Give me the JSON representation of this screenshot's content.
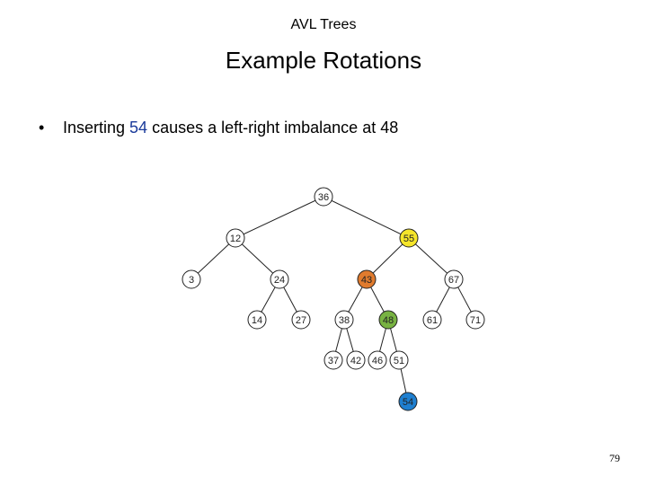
{
  "header": {
    "title": "AVL Trees"
  },
  "slide": {
    "title": "Example Rotations",
    "bullet": {
      "marker": "•",
      "text_before": "Inserting ",
      "highlight": "54",
      "text_after": " causes a left-right imbalance at 48"
    },
    "page_number": "79"
  },
  "colors": {
    "highlight_text": "#1a3a9a",
    "node_default": "#ffffff",
    "node_55": "#f5e52a",
    "node_43": "#e07b2e",
    "node_48": "#78b342",
    "node_54": "#1e7fd0"
  },
  "tree": {
    "nodes": [
      {
        "id": "n36",
        "label": "36",
        "color": "#ffffff"
      },
      {
        "id": "n12",
        "label": "12",
        "color": "#ffffff"
      },
      {
        "id": "n55",
        "label": "55",
        "color": "#f5e52a"
      },
      {
        "id": "n3",
        "label": "3",
        "color": "#ffffff"
      },
      {
        "id": "n24",
        "label": "24",
        "color": "#ffffff"
      },
      {
        "id": "n43",
        "label": "43",
        "color": "#e07b2e"
      },
      {
        "id": "n67",
        "label": "67",
        "color": "#ffffff"
      },
      {
        "id": "n14",
        "label": "14",
        "color": "#ffffff"
      },
      {
        "id": "n27",
        "label": "27",
        "color": "#ffffff"
      },
      {
        "id": "n38",
        "label": "38",
        "color": "#ffffff"
      },
      {
        "id": "n48",
        "label": "48",
        "color": "#78b342"
      },
      {
        "id": "n61",
        "label": "61",
        "color": "#ffffff"
      },
      {
        "id": "n71",
        "label": "71",
        "color": "#ffffff"
      },
      {
        "id": "n37",
        "label": "37",
        "color": "#ffffff"
      },
      {
        "id": "n42",
        "label": "42",
        "color": "#ffffff"
      },
      {
        "id": "n46",
        "label": "46",
        "color": "#ffffff"
      },
      {
        "id": "n51",
        "label": "51",
        "color": "#ffffff"
      },
      {
        "id": "n54",
        "label": "54",
        "color": "#1e7fd0"
      }
    ],
    "edges": [
      [
        "n36",
        "n12"
      ],
      [
        "n36",
        "n55"
      ],
      [
        "n12",
        "n3"
      ],
      [
        "n12",
        "n24"
      ],
      [
        "n55",
        "n43"
      ],
      [
        "n55",
        "n67"
      ],
      [
        "n24",
        "n14"
      ],
      [
        "n24",
        "n27"
      ],
      [
        "n43",
        "n38"
      ],
      [
        "n43",
        "n48"
      ],
      [
        "n67",
        "n61"
      ],
      [
        "n67",
        "n71"
      ],
      [
        "n38",
        "n37"
      ],
      [
        "n38",
        "n42"
      ],
      [
        "n48",
        "n46"
      ],
      [
        "n48",
        "n51"
      ],
      [
        "n51",
        "n54"
      ]
    ]
  }
}
